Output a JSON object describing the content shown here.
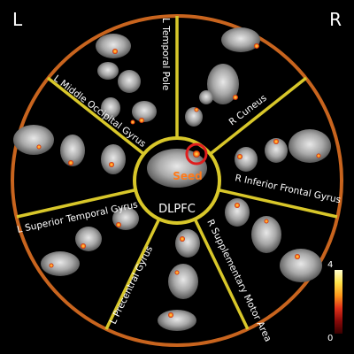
{
  "corners": {
    "left": "L",
    "right": "R"
  },
  "center": {
    "title": "DLPFC",
    "seed_label": "Seed"
  },
  "regions": [
    {
      "label": "L Temporal Pole"
    },
    {
      "label": "R Cuneus"
    },
    {
      "label": "R Inferior Frontal Gyrus"
    },
    {
      "label": "R Supplementary Motor Area"
    },
    {
      "label": "L Precentral Gyrus"
    },
    {
      "label": "L Superior Temporal Gyrus"
    },
    {
      "label": "L Middle Occipital Gyrus"
    }
  ],
  "colorbar": {
    "max": "4",
    "min": "0"
  },
  "colors": {
    "outer_ring": "#c8641e",
    "inner_ring": "#d8c72a",
    "divider": "#d8c72a",
    "seed_circle": "#e01e1e",
    "seed_text": "#ff7a1a"
  }
}
